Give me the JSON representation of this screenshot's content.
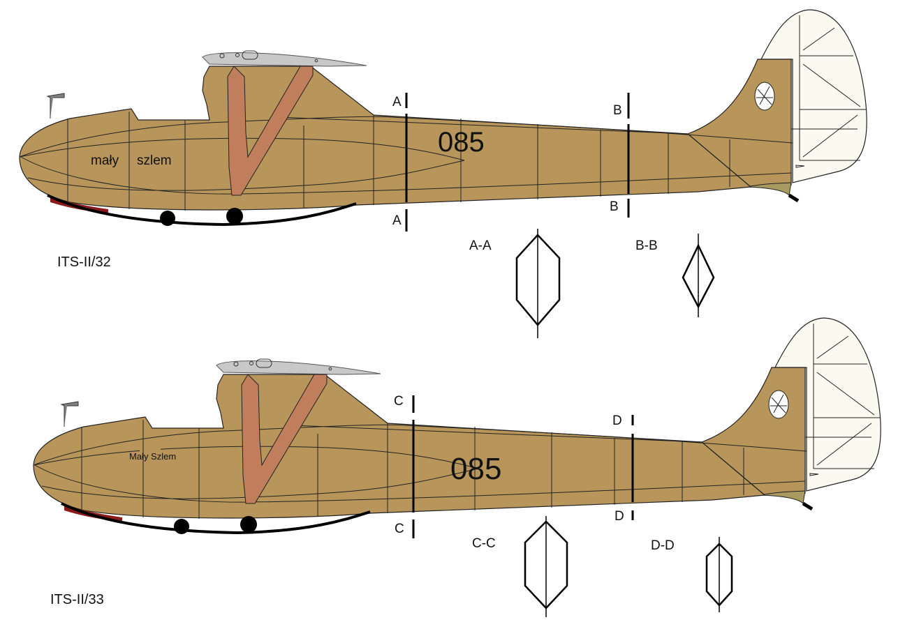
{
  "gliders": [
    {
      "designation": "ITS-II/32",
      "name": "mały szlem",
      "name_left": "mały",
      "name_right": "szlem",
      "registration": "085",
      "sections": [
        {
          "mark": "A",
          "label": "A-A"
        },
        {
          "mark": "B",
          "label": "B-B"
        }
      ]
    },
    {
      "designation": "ITS-II/33",
      "name": "Mały Szlem",
      "registration": "085",
      "sections": [
        {
          "mark": "C",
          "label": "C-C"
        },
        {
          "mark": "D",
          "label": "D-D"
        }
      ]
    }
  ],
  "colors": {
    "fuselage": "#b8955a",
    "strut": "#c17e5c",
    "wing": "#c8c8c8",
    "rudder": "#fafaf0",
    "nose_skid": "#8b1a1a"
  }
}
